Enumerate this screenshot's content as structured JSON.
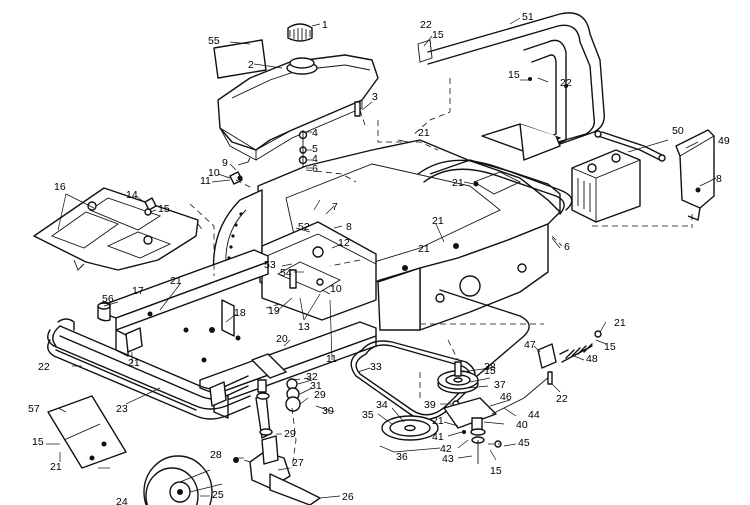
{
  "diagram": {
    "callouts": {
      "c1": "1",
      "c2": "2",
      "c3": "3",
      "c4a": "4",
      "c4b": "4",
      "c5": "5",
      "c6a": "6",
      "c6b": "6",
      "c7": "7",
      "c8a": "8",
      "c8b": "8",
      "c9": "9",
      "c10a": "10",
      "c10b": "10",
      "c11a": "11",
      "c11b": "11",
      "c12": "12",
      "c13": "13",
      "c14": "14",
      "c15a": "15",
      "c15b": "15",
      "c15c": "15",
      "c15d": "15",
      "c15e": "15",
      "c15f": "15",
      "c15g": "15",
      "c16": "16",
      "c17": "17",
      "c18": "18",
      "c19": "19",
      "c20": "20",
      "c21a": "21",
      "c21b": "21",
      "c21c": "21",
      "c21d": "21",
      "c21e": "21",
      "c21f": "21",
      "c21g": "21",
      "c21h": "21",
      "c21i": "21",
      "c22a": "22",
      "c22b": "22",
      "c22c": "22",
      "c22d": "22",
      "c23": "23",
      "c25": "25",
      "c26": "26",
      "c27": "27",
      "c28": "28",
      "c29a": "29",
      "c29b": "29",
      "c30": "30",
      "c31": "31",
      "c32": "32",
      "c33": "33",
      "c34": "34",
      "c35": "35",
      "c36": "36",
      "c37": "37",
      "c38": "38",
      "c39": "39",
      "c40": "40",
      "c41": "41",
      "c42": "42",
      "c43": "43",
      "c44": "44",
      "c45": "45",
      "c46": "46",
      "c47": "47",
      "c48": "48",
      "c49": "49",
      "c50": "50",
      "c51": "51",
      "c52": "52",
      "c53": "53",
      "c54": "54",
      "c55": "55",
      "c56": "56",
      "c57": "57",
      "c24": "24"
    }
  }
}
